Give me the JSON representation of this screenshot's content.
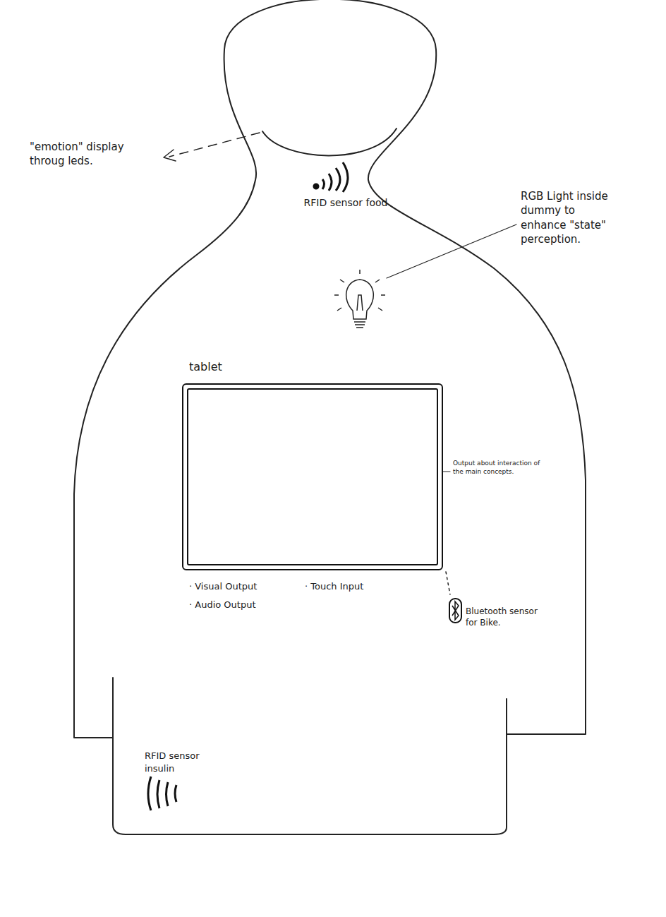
{
  "diagram": {
    "nodes": [
      {
        "text": [
          "tablet"
        ]
      }
    ],
    "labels": [
      "\"emotion\" display throug leds.",
      "RFID sensor food",
      "RGB Light inside dummy to enhance \"state\" perception.",
      "Output about interaction of the main concepts.",
      "· Visual Output",
      "· Audio Output",
      "· Touch Input",
      "Bluetooth sensor for Bike.",
      "RFID sensor insulin"
    ]
  }
}
